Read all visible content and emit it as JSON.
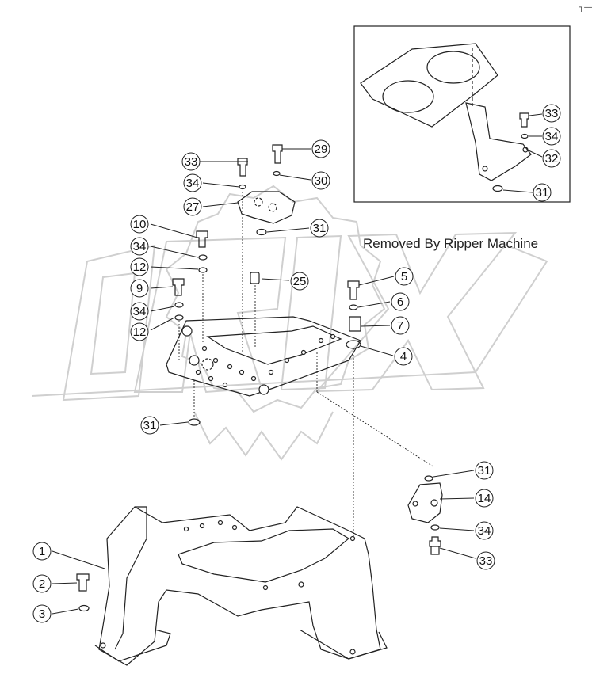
{
  "note": "Removed By Ripper Machine",
  "corner_mark": "┐—",
  "watermark": "ORIX",
  "callouts": {
    "c1": "1",
    "c2": "2",
    "c3": "3",
    "c4": "4",
    "c5": "5",
    "c6": "6",
    "c7": "7",
    "c9": "9",
    "c10": "10",
    "c12a": "12",
    "c12b": "12",
    "c14": "14",
    "c25": "25",
    "c27": "27",
    "c29": "29",
    "c30": "30",
    "c31a": "31",
    "c31b": "31",
    "c31c": "31",
    "c31d": "31",
    "c32": "32",
    "c33a": "33",
    "c33b": "33",
    "c33c": "33",
    "c34a": "34",
    "c34b": "34",
    "c34c": "34",
    "c34d": "34",
    "c34e": "34"
  }
}
